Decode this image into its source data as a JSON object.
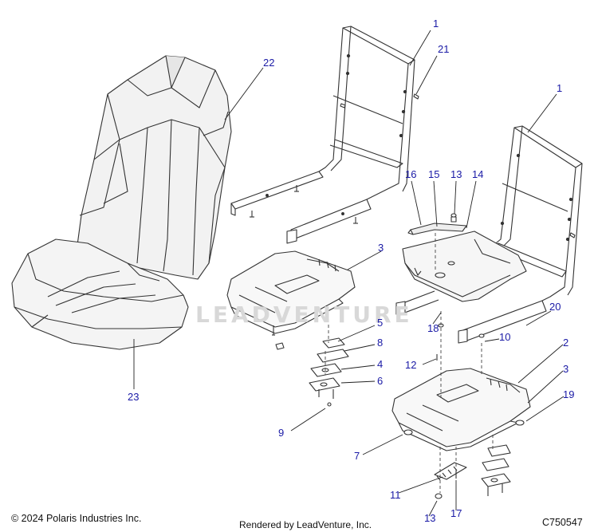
{
  "copyright": "© 2024 Polaris Industries Inc.",
  "rendered_by": "Rendered by LeadVenture, Inc.",
  "diagram_id": "C750547",
  "watermark": "LEADVENTURE",
  "callouts": [
    {
      "id": "c1a",
      "text": "1"
    },
    {
      "id": "c21",
      "text": "21"
    },
    {
      "id": "c22",
      "text": "22"
    },
    {
      "id": "c1b",
      "text": "1"
    },
    {
      "id": "c16",
      "text": "16"
    },
    {
      "id": "c15",
      "text": "15"
    },
    {
      "id": "c13a",
      "text": "13"
    },
    {
      "id": "c14",
      "text": "14"
    },
    {
      "id": "c3a",
      "text": "3"
    },
    {
      "id": "c20",
      "text": "20"
    },
    {
      "id": "c5",
      "text": "5"
    },
    {
      "id": "c18",
      "text": "18"
    },
    {
      "id": "c8",
      "text": "8"
    },
    {
      "id": "c10",
      "text": "10"
    },
    {
      "id": "c2",
      "text": "2"
    },
    {
      "id": "c4",
      "text": "4"
    },
    {
      "id": "c12",
      "text": "12"
    },
    {
      "id": "c3b",
      "text": "3"
    },
    {
      "id": "c6",
      "text": "6"
    },
    {
      "id": "c23",
      "text": "23"
    },
    {
      "id": "c19",
      "text": "19"
    },
    {
      "id": "c9",
      "text": "9"
    },
    {
      "id": "c7",
      "text": "7"
    },
    {
      "id": "c11",
      "text": "11"
    },
    {
      "id": "c13b",
      "text": "13"
    },
    {
      "id": "c17",
      "text": "17"
    }
  ]
}
